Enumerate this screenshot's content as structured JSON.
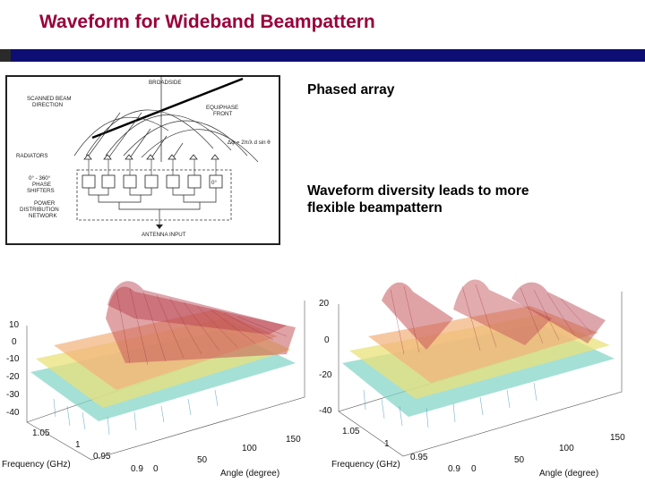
{
  "slide": {
    "title": "Waveform for Wideband Beampattern",
    "accent_color": "#99003a",
    "bar_color": "#0d0d73"
  },
  "text": {
    "phased_array": "Phased array",
    "diversity_line1": "Waveform diversity leads to more",
    "diversity_line2": "flexible beampattern"
  },
  "diagram": {
    "broadside": "BROADSIDE",
    "scanned_beam_1": "SCANNED BEAM",
    "scanned_beam_2": "DIRECTION",
    "equiphase_1": "EQUIPHASE",
    "equiphase_2": "FRONT",
    "radiators": "RADIATORS",
    "phase_1": "0° - 360°",
    "phase_2": "PHASE",
    "phase_3": "SHIFTERS",
    "power_1": "POWER",
    "power_2": "DISTRIBUTION",
    "power_3": "NETWORK",
    "antenna_input": "ANTENNA INPUT",
    "formula": "Δφ = 2π/λ d sin θ",
    "phase_label": "Δφ",
    "zero_label": "0°"
  },
  "plot_left": {
    "z_ticks": [
      "10",
      "0",
      "-10",
      "-20",
      "-30",
      "-40"
    ],
    "freq_ticks": [
      "1.05",
      "1",
      "0.95",
      "0.9"
    ],
    "angle_ticks": [
      "0",
      "50",
      "100",
      "150"
    ],
    "x_label": "Frequency (GHz)",
    "y_label": "Angle (degree)"
  },
  "plot_right": {
    "z_ticks": [
      "20",
      "0",
      "-20",
      "-40"
    ],
    "freq_ticks": [
      "1.05",
      "1",
      "0.95",
      "0.9"
    ],
    "angle_ticks": [
      "0",
      "50",
      "100",
      "150"
    ],
    "x_label": "Frequency (GHz)",
    "y_label": "Angle (degree)"
  }
}
